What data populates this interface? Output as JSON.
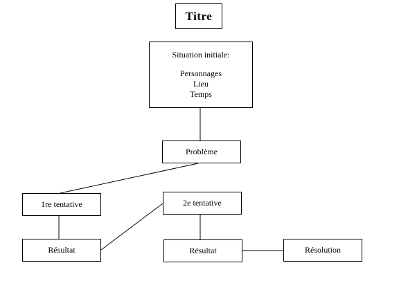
{
  "title": "Titre",
  "situation": {
    "heading": "Situation initiale:",
    "items": [
      "Personnages",
      "Lieu",
      "Temps"
    ]
  },
  "nodes": {
    "probleme": "Problème",
    "tentative1": "1re tentative",
    "resultat1": "Résultat",
    "tentative2": "2e tentative",
    "resultat2": "Résultat",
    "resolution": "Résolution"
  },
  "colors": {
    "line": "#000000",
    "background": "#ffffff"
  }
}
